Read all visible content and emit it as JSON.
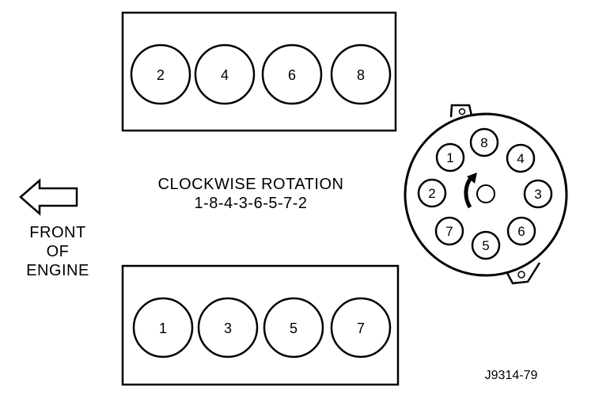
{
  "firing": {
    "rotation_label": "CLOCKWISE ROTATION",
    "order": "1-8-4-3-6-5-7-2"
  },
  "front": {
    "line1": "FRONT",
    "line2": "OF",
    "line3": "ENGINE"
  },
  "top_bank": {
    "cylinders": [
      "2",
      "4",
      "6",
      "8"
    ]
  },
  "bottom_bank": {
    "cylinders": [
      "1",
      "3",
      "5",
      "7"
    ]
  },
  "distributor": {
    "terminals": [
      "8",
      "4",
      "3",
      "6",
      "5",
      "7",
      "2",
      "1"
    ]
  },
  "figure_id": "J9314-79"
}
